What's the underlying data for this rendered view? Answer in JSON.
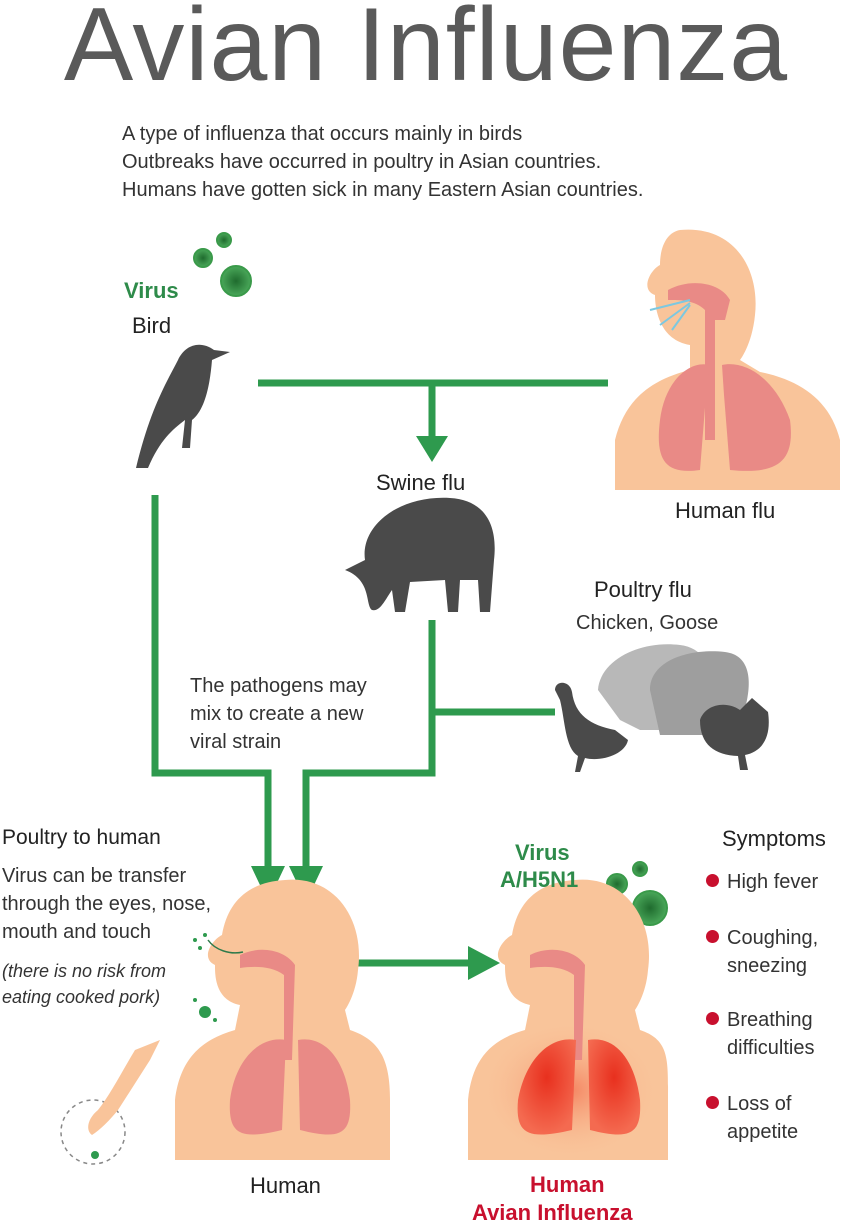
{
  "title": "Avian Influenza",
  "intro": [
    "A type of influenza that occurs mainly in birds",
    "Outbreaks have occurred in poultry in Asian countries.",
    "Humans have gotten sick in many Eastern Asian countries."
  ],
  "bird": {
    "virus_label": "Virus",
    "label": "Bird"
  },
  "human_flu": {
    "label": "Human flu"
  },
  "swine_flu": {
    "label": "Swine flu"
  },
  "poultry_flu": {
    "label": "Poultry flu",
    "sub": "Chicken, Goose"
  },
  "mix_text": [
    "The pathogens may",
    "mix to create a new",
    "viral strain"
  ],
  "poultry_to_human": {
    "heading": "Poultry to human",
    "lines": [
      "Virus can be transfer",
      "through the eyes, nose,",
      "mouth and touch"
    ],
    "note": [
      "(there is no risk from",
      "eating cooked pork)"
    ]
  },
  "human": {
    "label": "Human"
  },
  "infected": {
    "virus_label": "Virus",
    "virus_name": "A/H5N1",
    "label_line1": "Human",
    "label_line2": "Avian Influenza"
  },
  "symptoms": {
    "heading": "Symptoms",
    "items": [
      {
        "l1": "High fever",
        "l2": ""
      },
      {
        "l1": "Coughing,",
        "l2": "sneezing"
      },
      {
        "l1": "Breathing",
        "l2": "difficulties"
      },
      {
        "l1": "Loss of",
        "l2": "appetite"
      }
    ]
  },
  "colors": {
    "green": "#2e9a4e",
    "red": "#c8102e",
    "skin": "#f9c49a",
    "lung": "#e98a86",
    "animal": "#4a4a4a"
  }
}
